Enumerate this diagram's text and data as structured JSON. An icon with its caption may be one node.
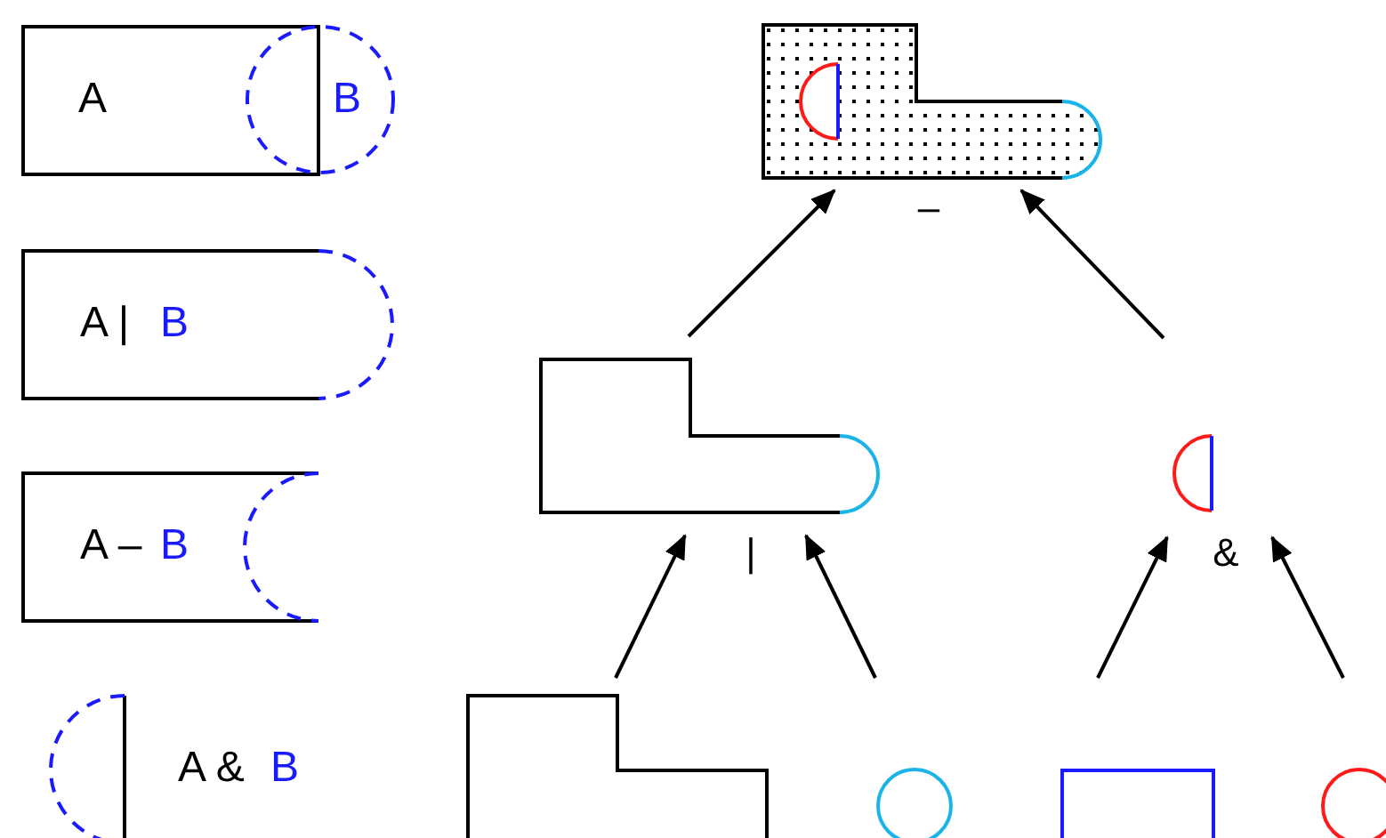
{
  "diagram": {
    "nodes": [
      {
        "text": [
          "A"
        ]
      },
      {
        "text": [
          "B"
        ]
      },
      {
        "text": [
          "A |",
          "B"
        ]
      },
      {
        "text": [
          "A –",
          "B"
        ]
      },
      {
        "text": [],
        "shape": "picture",
        "beside": [
          "A &",
          "B"
        ]
      },
      {
        "text": [],
        "shape": "picture",
        "beside": [
          "–"
        ]
      },
      {
        "text": [],
        "shape": "picture",
        "beside": [
          "|"
        ]
      },
      {
        "text": [],
        "shape": "picture",
        "beside": [
          "&"
        ]
      },
      {
        "text": [],
        "shape": "picture"
      },
      {
        "text": [],
        "shape": "circle"
      },
      {
        "text": [],
        "shape": "box"
      },
      {
        "text": [],
        "shape": "circle"
      }
    ],
    "edges": [
      {
        "from": 6,
        "to": 5,
        "arrow": "to"
      },
      {
        "from": 7,
        "to": 5,
        "arrow": "to"
      },
      {
        "from": 8,
        "to": 6,
        "arrow": "to"
      },
      {
        "from": 9,
        "to": 6,
        "arrow": "to"
      },
      {
        "from": 10,
        "to": 7,
        "arrow": "to"
      },
      {
        "from": 11,
        "to": 7,
        "arrow": "to"
      }
    ]
  }
}
